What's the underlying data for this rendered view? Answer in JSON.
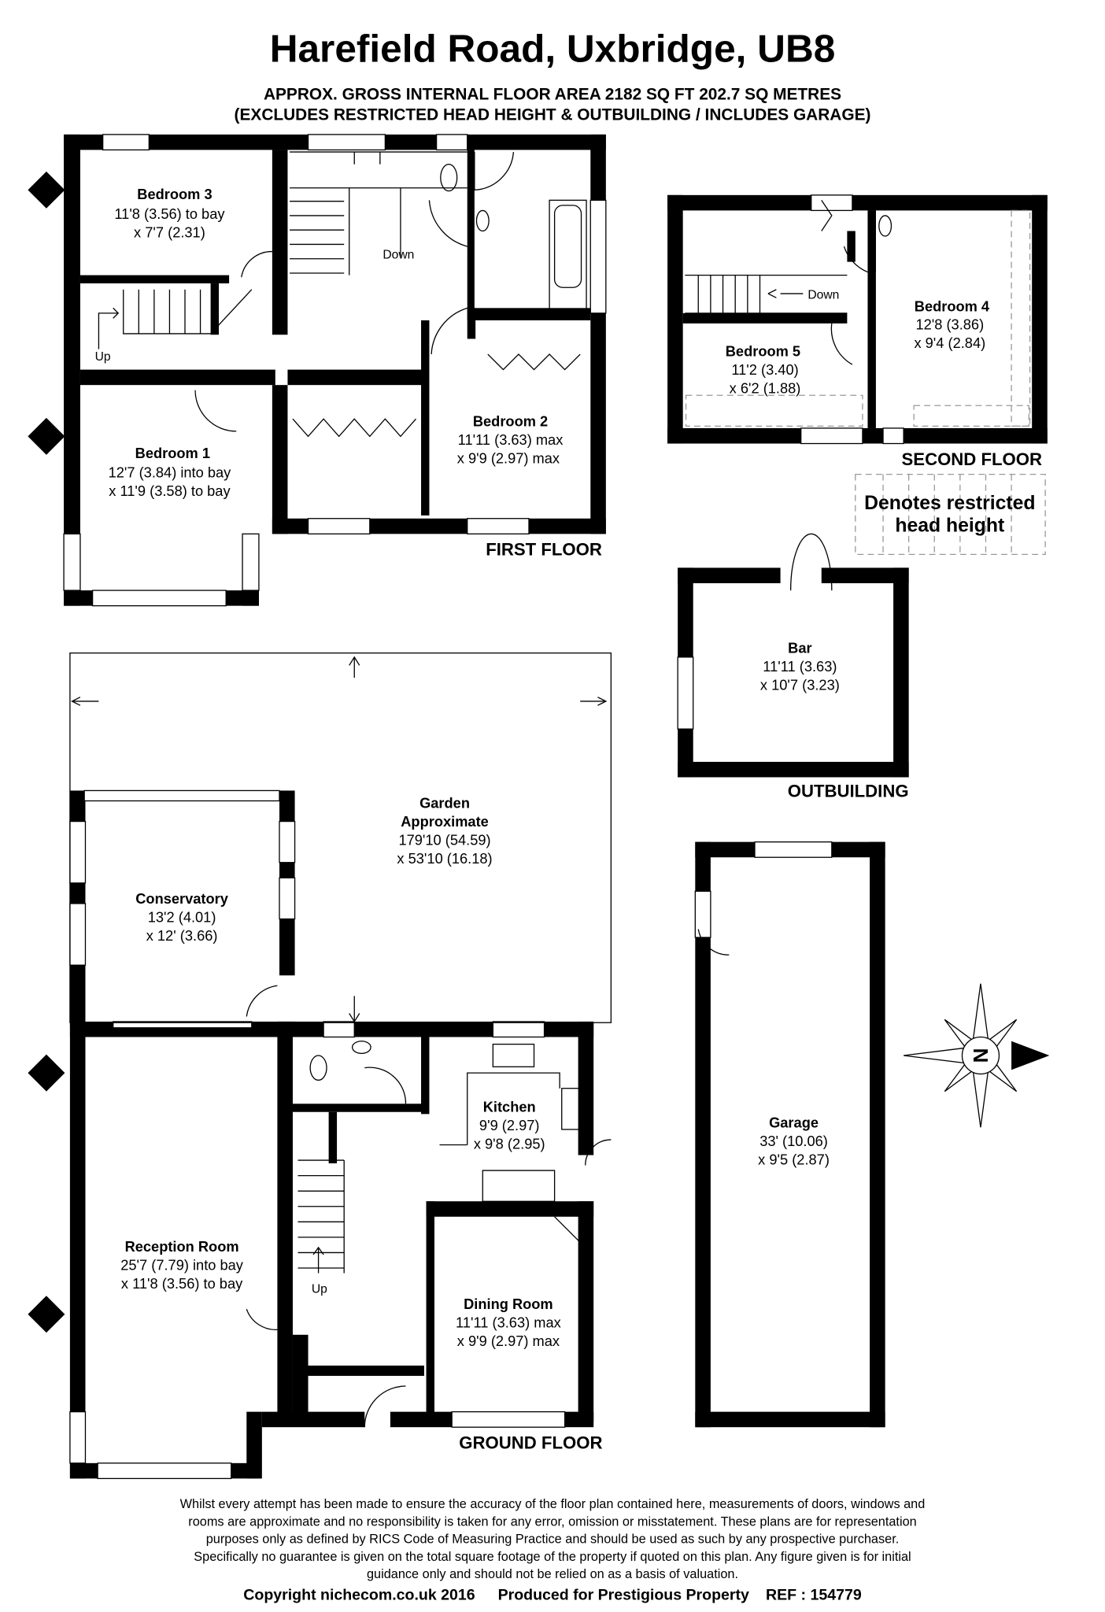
{
  "header": {
    "title": "Harefield Road, Uxbridge, UB8",
    "area_line1": "APPROX. GROSS INTERNAL FLOOR AREA 2182 SQ FT 202.7 SQ METRES",
    "area_line2": "(EXCLUDES RESTRICTED HEAD HEIGHT & OUTBUILDING / INCLUDES GARAGE)"
  },
  "floors": {
    "first": "FIRST FLOOR",
    "second": "SECOND FLOOR",
    "ground": "GROUND FLOOR",
    "outbuilding": "OUTBUILDING"
  },
  "rooms": {
    "bedroom3": {
      "name": "Bedroom 3",
      "dim1": "11'8 (3.56) to bay",
      "dim2": "x 7'7 (2.31)"
    },
    "bedroom1": {
      "name": "Bedroom 1",
      "dim1": "12'7 (3.84) into bay",
      "dim2": "x 11'9 (3.58) to bay"
    },
    "bedroom2": {
      "name": "Bedroom 2",
      "dim1": "11'11 (3.63) max",
      "dim2": "x 9'9 (2.97) max"
    },
    "bedroom4": {
      "name": "Bedroom 4",
      "dim1": "12'8 (3.86)",
      "dim2": "x 9'4 (2.84)"
    },
    "bedroom5": {
      "name": "Bedroom 5",
      "dim1": "11'2 (3.40)",
      "dim2": "x 6'2 (1.88)"
    },
    "bar": {
      "name": "Bar",
      "dim1": "11'11 (3.63)",
      "dim2": "x 10'7 (3.23)"
    },
    "garden": {
      "name": "Garden",
      "name2": "Approximate",
      "dim1": "179'10 (54.59)",
      "dim2": "x 53'10 (16.18)"
    },
    "conservatory": {
      "name": "Conservatory",
      "dim1": "13'2 (4.01)",
      "dim2": "x 12' (3.66)"
    },
    "kitchen": {
      "name": "Kitchen",
      "dim1": "9'9 (2.97)",
      "dim2": "x 9'8 (2.95)"
    },
    "garage": {
      "name": "Garage",
      "dim1": "33' (10.06)",
      "dim2": "x 9'5 (2.87)"
    },
    "reception": {
      "name": "Reception Room",
      "dim1": "25'7 (7.79) into bay",
      "dim2": "x 11'8 (3.56) to bay"
    },
    "dining": {
      "name": "Dining Room",
      "dim1": "11'11 (3.63) max",
      "dim2": "x 9'9 (2.97) max"
    }
  },
  "labels": {
    "down": "Down",
    "up": "Up",
    "down2": "Down",
    "up2": "Up",
    "legend1": "Denotes restricted",
    "legend2": "head height",
    "compass": "N"
  },
  "footer": {
    "disclaimer": [
      "Whilst every attempt has been made to ensure the accuracy of the floor plan contained here, measurements of doors, windows and",
      "rooms are approximate and no responsibility is taken for any error, omission or misstatement. These plans are for representation",
      "purposes only as defined by RICS Code of Measuring Practice and should be used as such by any prospective purchaser.",
      "Specifically no guarantee is given on the total square footage of the property if quoted on this plan. Any figure given is for initial",
      "guidance only and should not be relied on as a basis of valuation."
    ],
    "copyright": "Copyright nichecom.co.uk 2016",
    "produced": "Produced for Prestigious Property",
    "ref": "REF : 154779"
  }
}
